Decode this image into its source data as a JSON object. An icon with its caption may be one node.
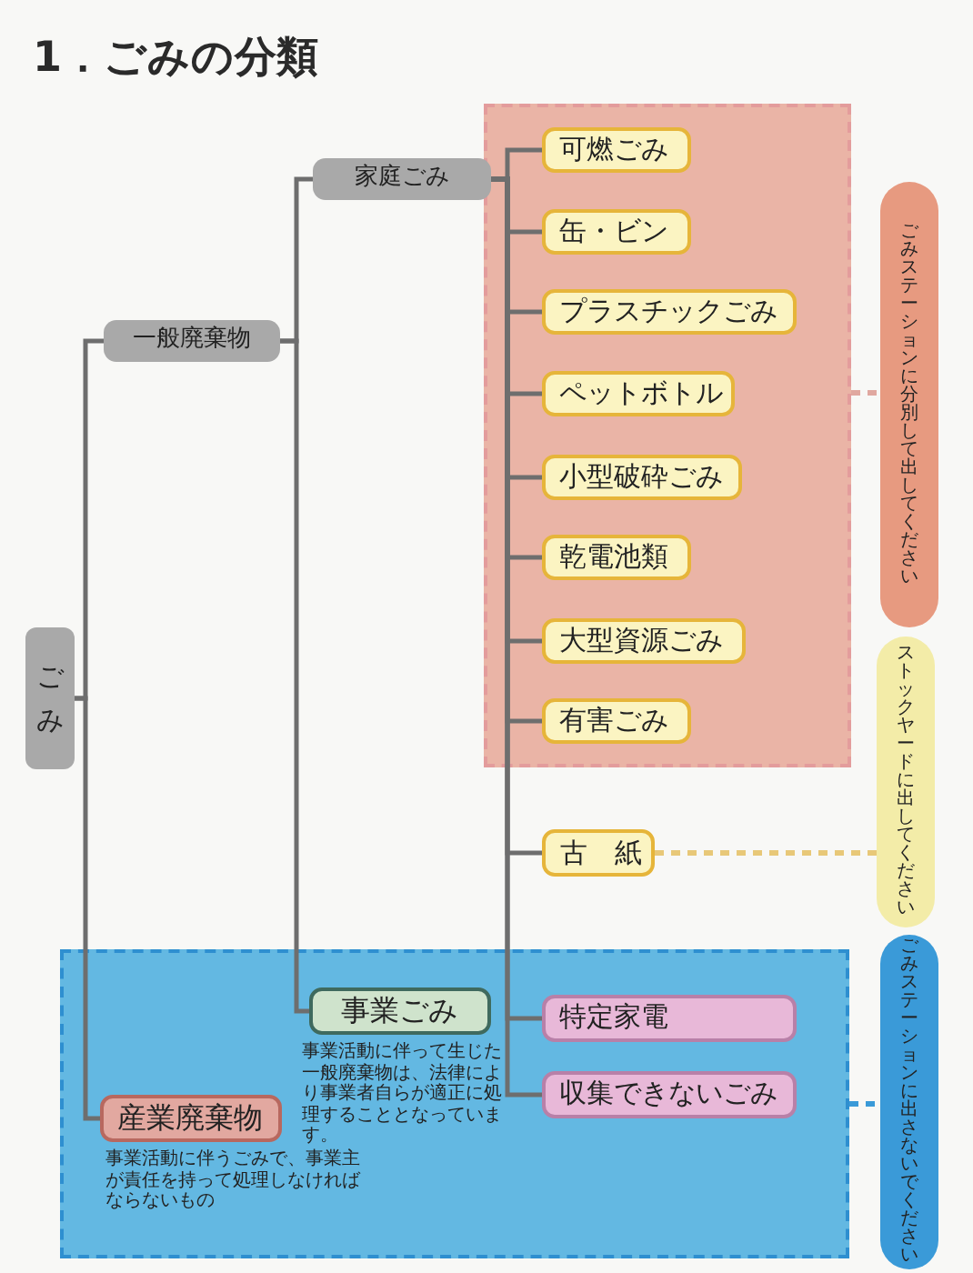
{
  "diagram": {
    "title": "1．ごみの分類",
    "nodes": [
      {
        "text": [
          "ごみ"
        ]
      },
      {
        "text": [
          "一般廃棄物"
        ]
      },
      {
        "text": [
          "家庭ごみ"
        ]
      },
      {
        "text": [],
        "shape": "box"
      },
      {
        "text": [
          "可燃ごみ"
        ],
        "in": 3
      },
      {
        "text": [
          "缶・ビン"
        ],
        "in": 3
      },
      {
        "text": [
          "プラスチックごみ"
        ],
        "in": 3
      },
      {
        "text": [
          "ペットボトル"
        ],
        "in": 3
      },
      {
        "text": [
          "小型破砕ごみ"
        ],
        "in": 3
      },
      {
        "text": [
          "乾電池類"
        ],
        "in": 3
      },
      {
        "text": [
          "大型資源ごみ"
        ],
        "in": 3
      },
      {
        "text": [
          "有害ごみ"
        ],
        "in": 3
      },
      {
        "text": [
          "古　紙"
        ]
      },
      {
        "text": [],
        "shape": "box"
      },
      {
        "text": [
          "事業ごみ"
        ],
        "in": 13,
        "beside": [
          "事業活動に伴って生じた一般廃棄物は、法律により事業者自らが適正に処理することとなっています。"
        ]
      },
      {
        "text": [
          "特定家電"
        ],
        "in": 13
      },
      {
        "text": [
          "収集できないごみ"
        ],
        "in": 13
      },
      {
        "text": [
          "産業廃棄物"
        ],
        "in": 13,
        "beside": [
          "事業活動に伴うごみで、事業主が責任を持って処理しなければならないもの"
        ]
      },
      {
        "text": [
          "ごみステーションに分別して出してください"
        ]
      },
      {
        "text": [
          "ストックヤードに出してください"
        ]
      },
      {
        "text": [
          "ごみステーションに出さないでください"
        ]
      }
    ],
    "edges": [
      {
        "from": 0,
        "to": 1,
        "arrow": "none"
      },
      {
        "from": 0,
        "to": 17,
        "arrow": "none"
      },
      {
        "from": 1,
        "to": 2,
        "arrow": "none"
      },
      {
        "from": 1,
        "to": 14,
        "arrow": "none"
      },
      {
        "from": 2,
        "to": 4,
        "arrow": "none"
      },
      {
        "from": 2,
        "to": 5,
        "arrow": "none"
      },
      {
        "from": 2,
        "to": 6,
        "arrow": "none"
      },
      {
        "from": 2,
        "to": 7,
        "arrow": "none"
      },
      {
        "from": 2,
        "to": 8,
        "arrow": "none"
      },
      {
        "from": 2,
        "to": 9,
        "arrow": "none"
      },
      {
        "from": 2,
        "to": 10,
        "arrow": "none"
      },
      {
        "from": 2,
        "to": 11,
        "arrow": "none"
      },
      {
        "from": 2,
        "to": 12,
        "arrow": "none"
      },
      {
        "from": 2,
        "to": 15,
        "arrow": "none"
      },
      {
        "from": 2,
        "to": 16,
        "arrow": "none"
      },
      {
        "from": 3,
        "to": 18,
        "arrow": "none",
        "style": "dashed",
        "color": "#e0a8a0"
      },
      {
        "from": 12,
        "to": 19,
        "arrow": "none",
        "style": "dashed",
        "color": "#e8c878"
      },
      {
        "from": 13,
        "to": 20,
        "arrow": "none",
        "style": "dashed",
        "color": "#3a9ad8"
      }
    ]
  }
}
